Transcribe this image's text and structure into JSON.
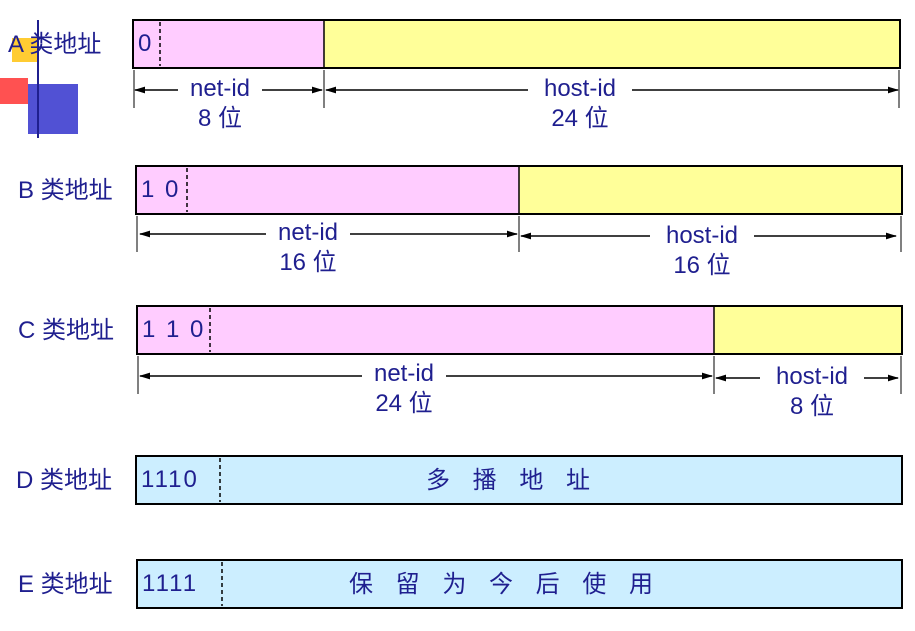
{
  "colors": {
    "net": "#ffccff",
    "host": "#ffff99",
    "special": "#cceeff",
    "text": "#1f1f8f",
    "border": "#000000"
  },
  "icons": [
    "slide-logo-icon"
  ],
  "classes": [
    {
      "label": "A 类地址",
      "prefix": "0",
      "center_text": "",
      "net": {
        "name": "net-id",
        "bits": "8 位"
      },
      "host": {
        "name": "host-id",
        "bits": "24 位"
      }
    },
    {
      "label": "B 类地址",
      "prefix": "1 0",
      "center_text": "",
      "net": {
        "name": "net-id",
        "bits": "16 位"
      },
      "host": {
        "name": "host-id",
        "bits": "16 位"
      }
    },
    {
      "label": "C 类地址",
      "prefix": "1 1 0",
      "center_text": "",
      "net": {
        "name": "net-id",
        "bits": "24 位"
      },
      "host": {
        "name": "host-id",
        "bits": "8 位"
      }
    },
    {
      "label": "D 类地址",
      "prefix": "1110",
      "center_text": "多 播 地 址",
      "net": null,
      "host": null
    },
    {
      "label": "E 类地址",
      "prefix": "1111",
      "center_text": "保 留 为 今 后 使 用",
      "net": null,
      "host": null
    }
  ]
}
